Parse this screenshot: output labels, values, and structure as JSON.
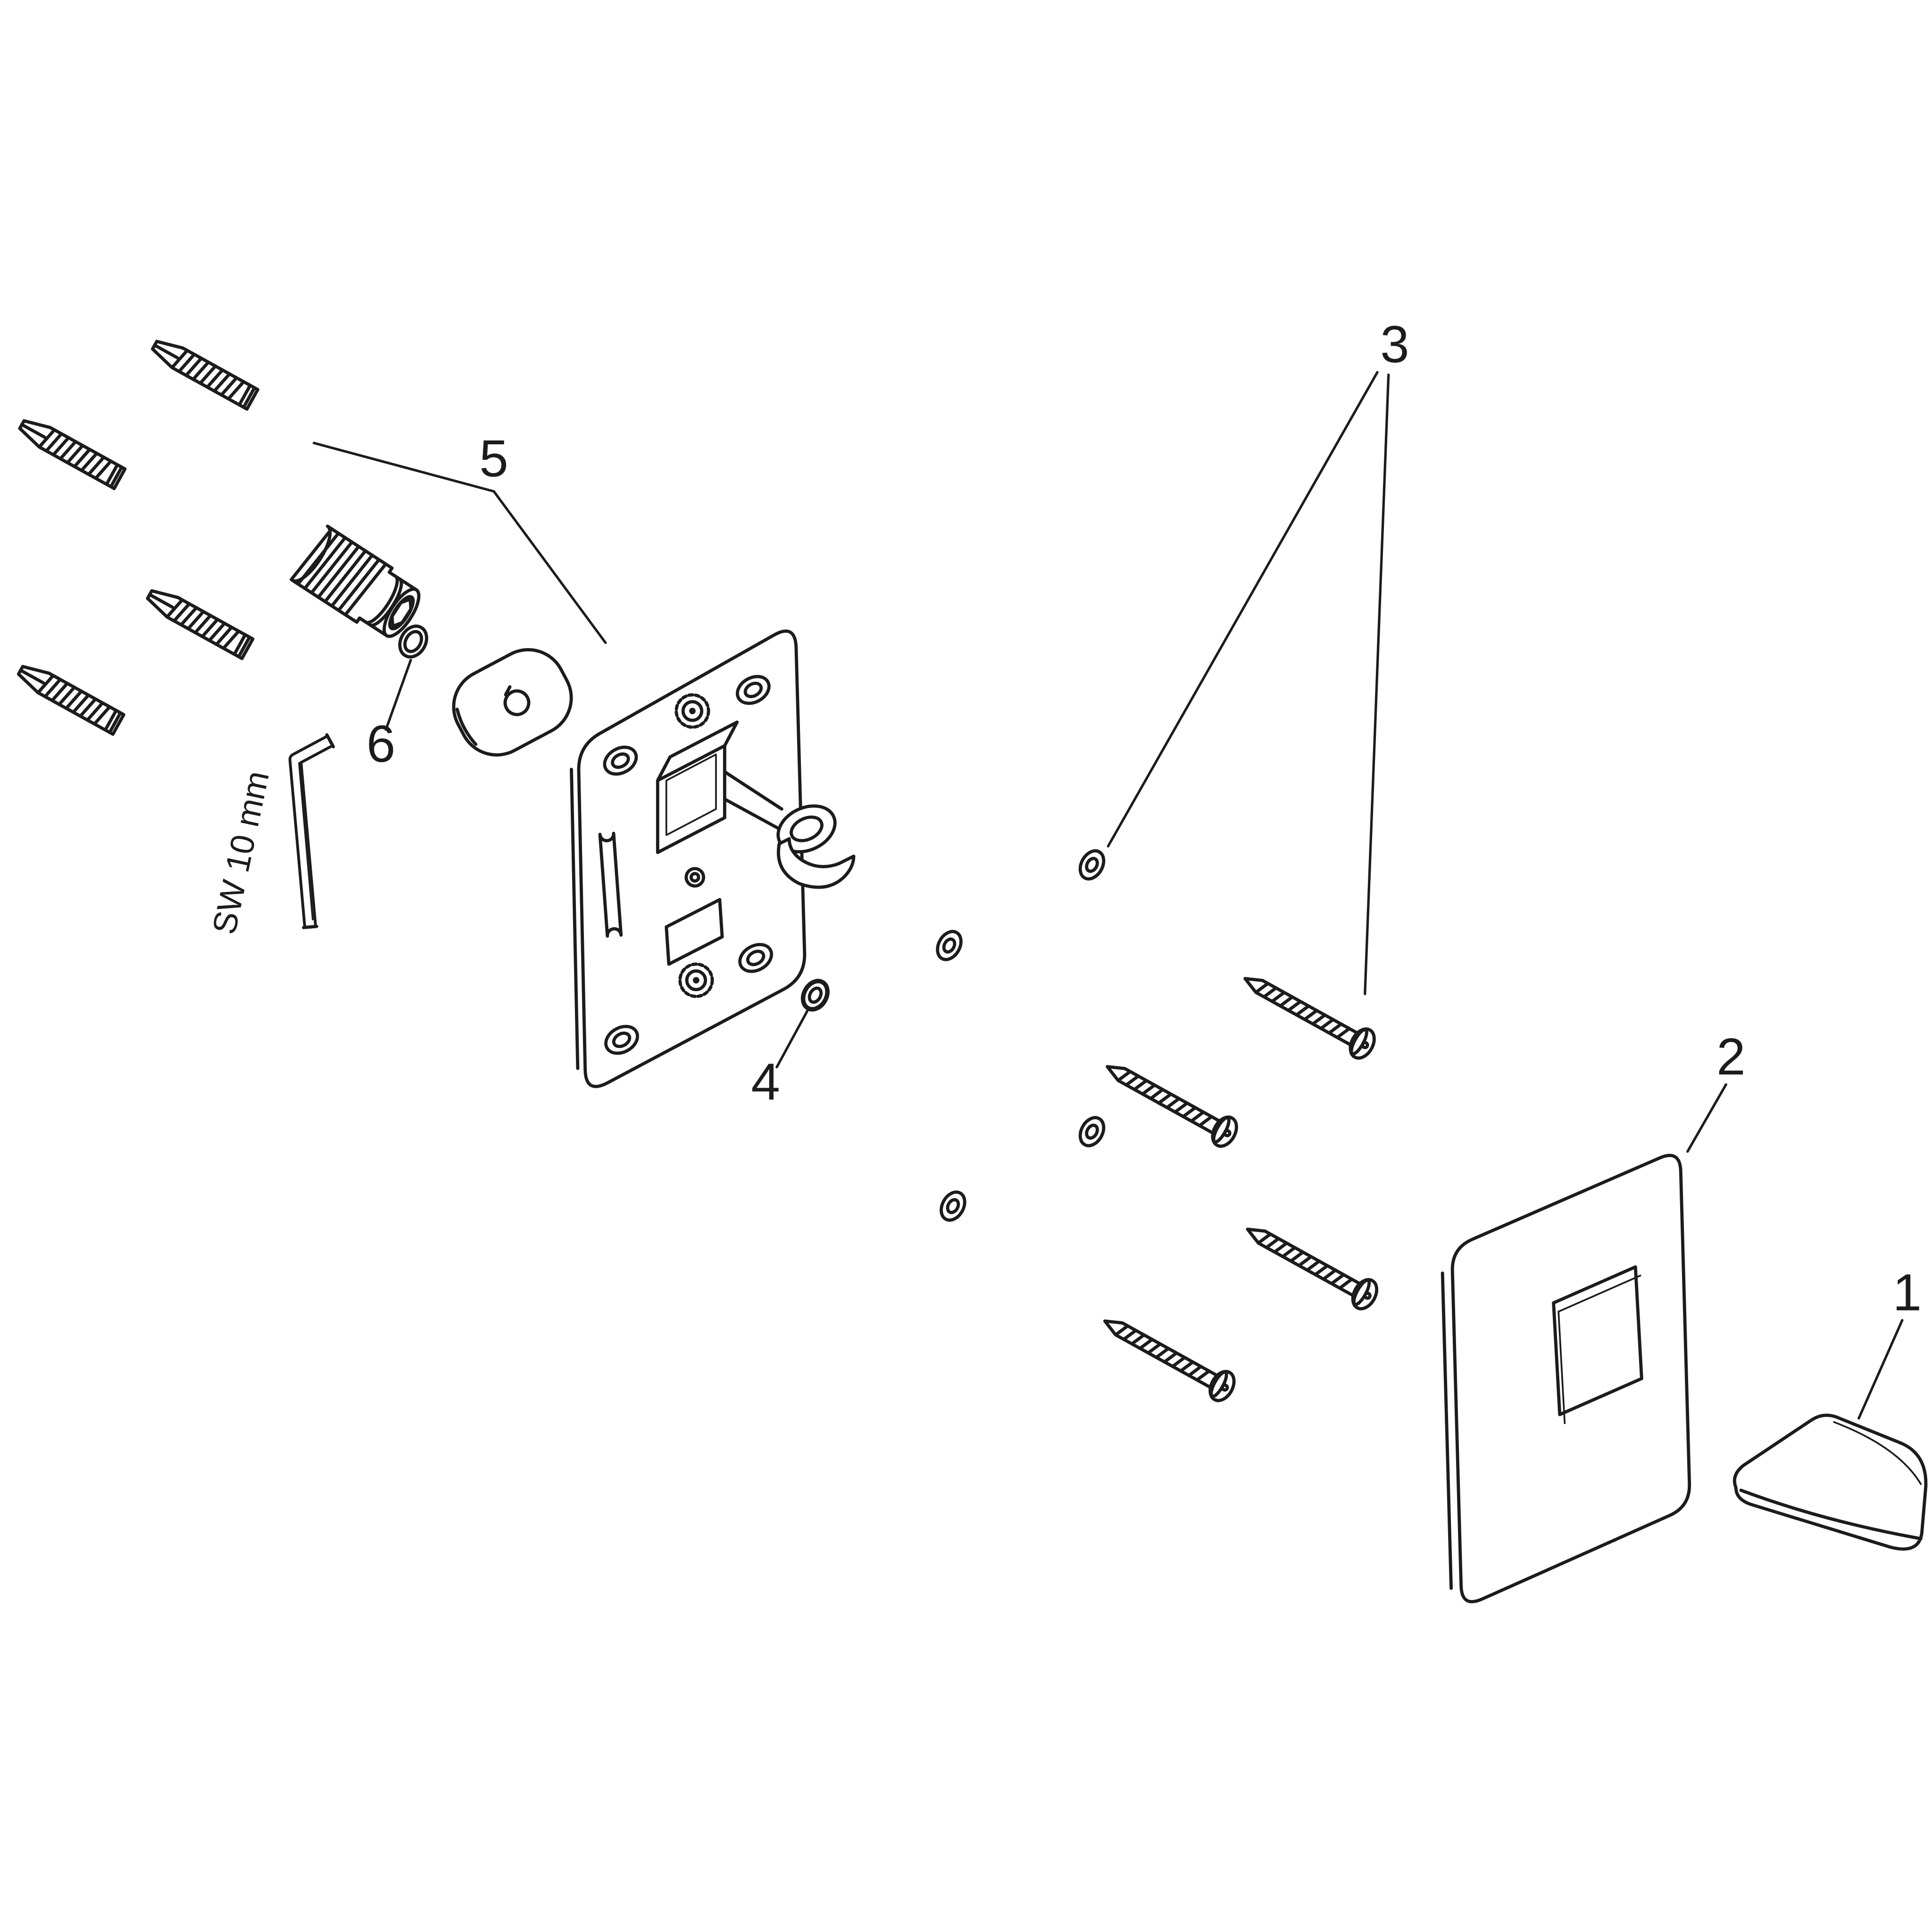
{
  "diagram": {
    "background": "#ffffff",
    "line_color": "#1c1c1c",
    "labels": {
      "part_1": "1",
      "part_2": "2",
      "part_3": "3",
      "part_4": "4",
      "part_5": "5",
      "part_6": "6",
      "wrench_size": "SW 10 mm"
    }
  }
}
